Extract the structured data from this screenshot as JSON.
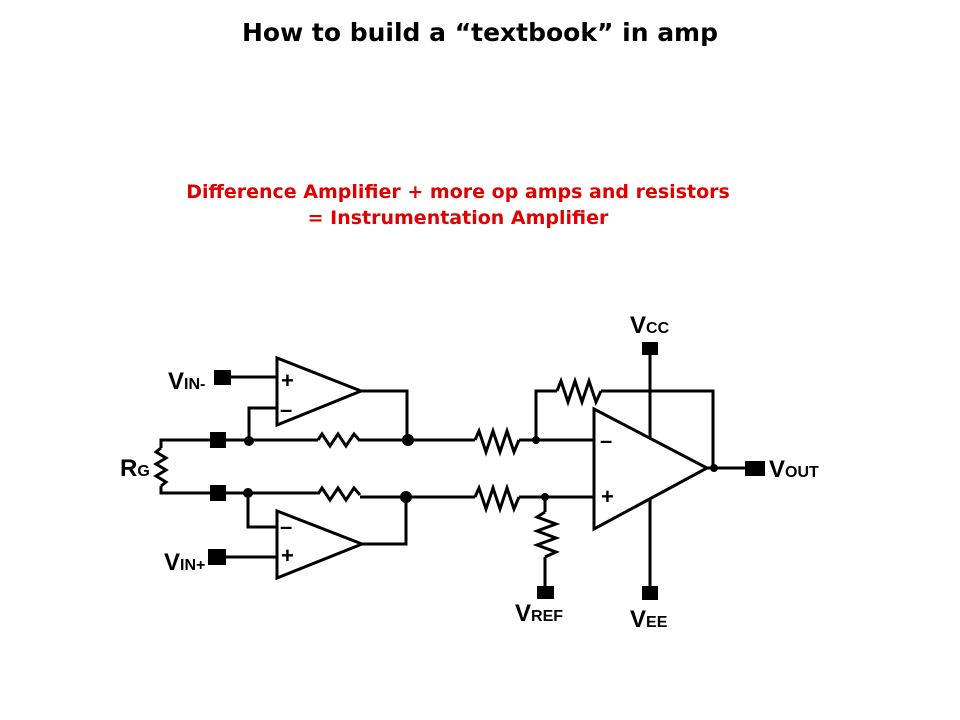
{
  "title": "How to build a “textbook” in amp",
  "subtitle": {
    "line1": "Difference Amplifier + more op amps and resistors",
    "line2": "= Instrumentation Amplifier",
    "color": "#e00000"
  },
  "diagram": {
    "labels": {
      "vin_minus": {
        "main": "V",
        "sub": "IN-"
      },
      "vin_plus": {
        "main": "V",
        "sub": "IN+"
      },
      "rg": {
        "main": "R",
        "sub": "G"
      },
      "vcc": {
        "main": "V",
        "sub": "CC"
      },
      "vee": {
        "main": "V",
        "sub": "EE"
      },
      "vref": {
        "main": "V",
        "sub": "REF"
      },
      "vout": {
        "main": "V",
        "sub": "OUT"
      }
    },
    "opamps": [
      {
        "id": "top-input-amp",
        "plus": "+",
        "minus": "–"
      },
      {
        "id": "bottom-input-amp",
        "plus": "+",
        "minus": "–"
      },
      {
        "id": "difference-amp",
        "plus": "+",
        "minus": "–"
      }
    ],
    "line_color": "#000000"
  }
}
